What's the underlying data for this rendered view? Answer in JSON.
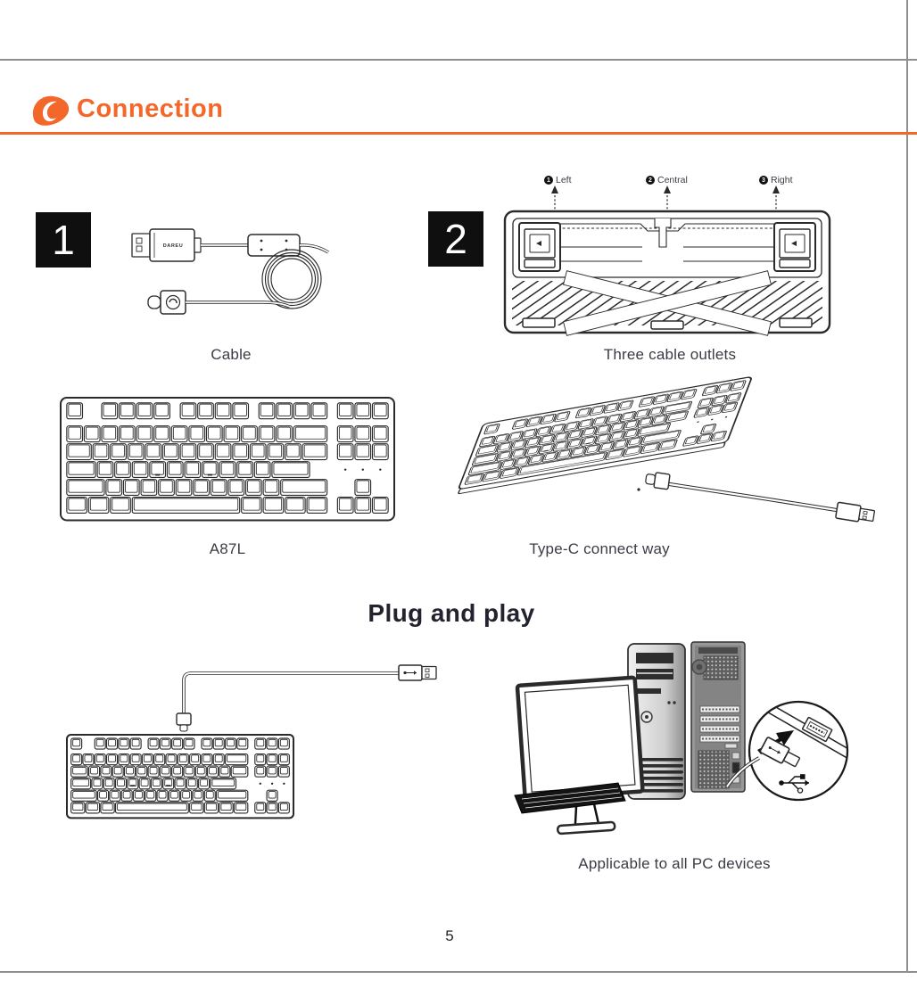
{
  "header": {
    "section_title": "Connection"
  },
  "step1": {
    "number": "1",
    "caption": "Cable",
    "brand": "DAREU"
  },
  "step2": {
    "number": "2",
    "caption": "Three cable outlets",
    "outlets": [
      {
        "num": "1",
        "label": "Left"
      },
      {
        "num": "2",
        "label": "Central"
      },
      {
        "num": "3",
        "label": "Right"
      }
    ]
  },
  "keyboard": {
    "caption": "A87L"
  },
  "typec": {
    "caption": "Type-C connect way"
  },
  "plugplay": {
    "heading": "Plug and play",
    "caption": "Applicable to all PC devices"
  },
  "footer": {
    "page_number": "5"
  },
  "colors": {
    "accent": "#f4672b",
    "border_gray": "#8f8f8f",
    "ink": "#2a2a2a"
  }
}
